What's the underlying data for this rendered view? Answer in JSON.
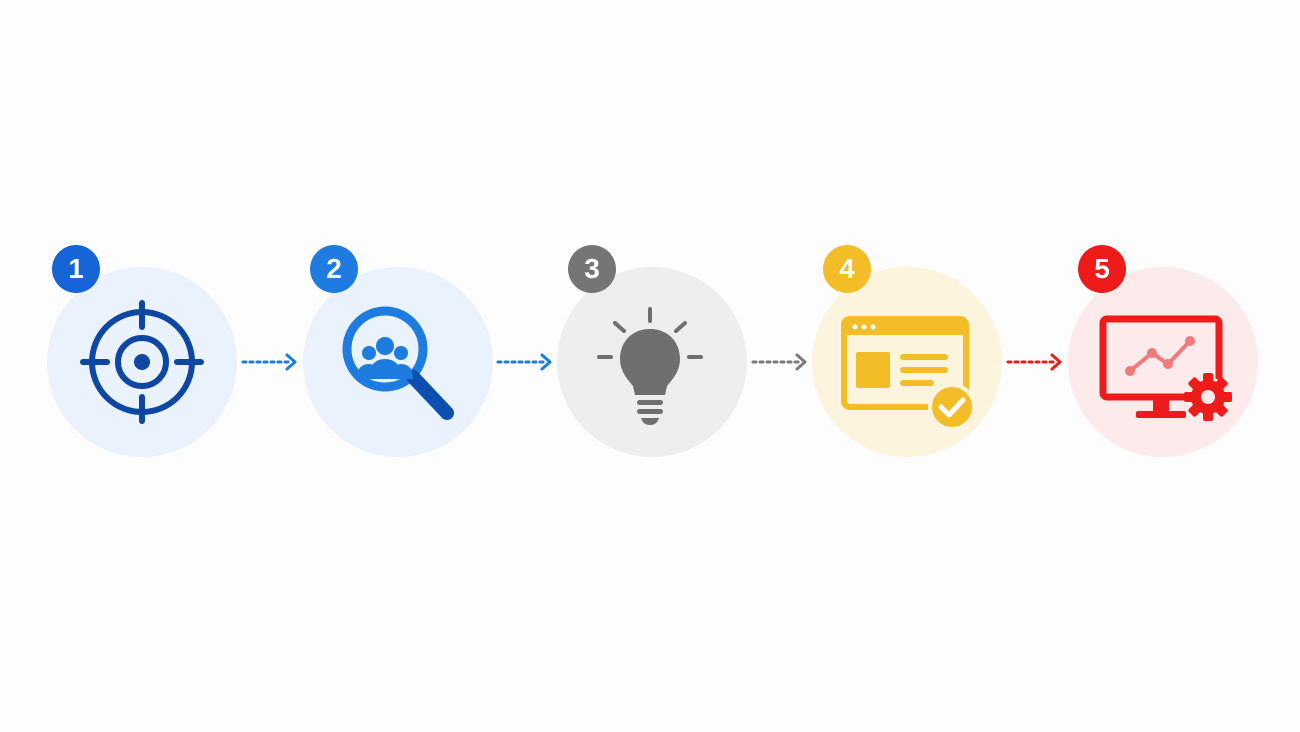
{
  "steps": [
    {
      "number": "1",
      "icon": "target-icon",
      "color": "#0d47a1",
      "bg": "#eaf2fd"
    },
    {
      "number": "2",
      "icon": "audience-search-icon",
      "color": "#1e7be0",
      "bg": "#eaf2fd"
    },
    {
      "number": "3",
      "icon": "lightbulb-icon",
      "color": "#6f6f6f",
      "bg": "#eeeeee"
    },
    {
      "number": "4",
      "icon": "approved-webpage-icon",
      "color": "#f2bd27",
      "bg": "#fdf4dd"
    },
    {
      "number": "5",
      "icon": "monitor-analytics-settings-icon",
      "color": "#ee1b1b",
      "bg": "#fdeaea"
    }
  ],
  "arrows": [
    {
      "icon": "dotted-arrow-right-icon",
      "color": "#1e7be0"
    },
    {
      "icon": "dotted-arrow-right-icon",
      "color": "#1e7be0"
    },
    {
      "icon": "dotted-arrow-right-icon",
      "color": "#7a7a7a"
    },
    {
      "icon": "dotted-arrow-right-icon",
      "color": "#ee1b1b"
    }
  ]
}
